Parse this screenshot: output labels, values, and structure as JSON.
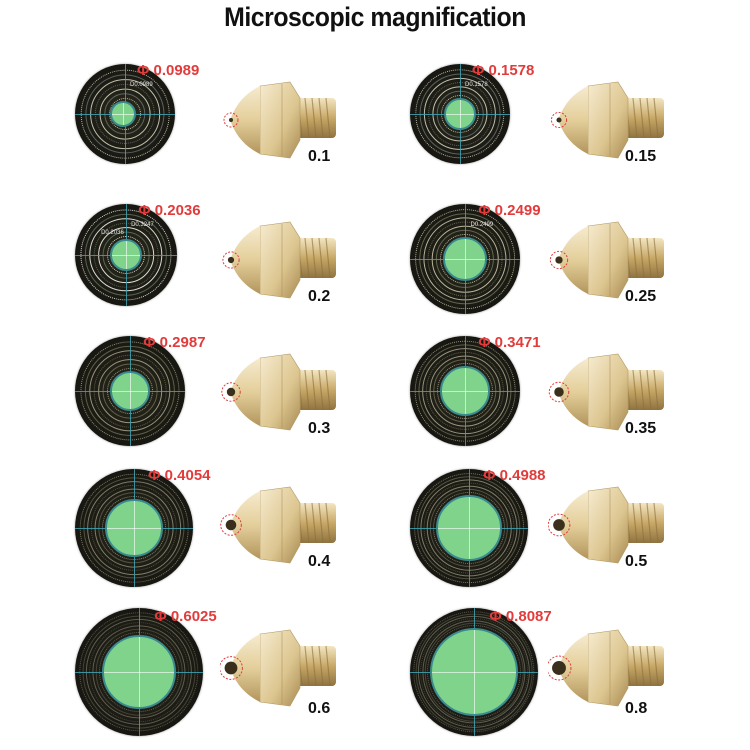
{
  "title": "Microscopic magnification",
  "nozzles": [
    {
      "size": "0.1",
      "diameter": "Φ 0.0989",
      "measures": [
        "D0.0989"
      ]
    },
    {
      "size": "0.15",
      "diameter": "Φ 0.1578",
      "measures": [
        "D0.1578"
      ]
    },
    {
      "size": "0.2",
      "diameter": "Φ 0.2036",
      "measures": [
        "D0.3247",
        "D0.2036"
      ]
    },
    {
      "size": "0.25",
      "diameter": "Φ 0.2499",
      "measures": [
        "D0.2499"
      ]
    },
    {
      "size": "0.3",
      "diameter": "Φ 0.2987",
      "measures": []
    },
    {
      "size": "0.35",
      "diameter": "Φ 0.3471",
      "measures": []
    },
    {
      "size": "0.4",
      "diameter": "Φ 0.4054",
      "measures": []
    },
    {
      "size": "0.5",
      "diameter": "Φ 0.4988",
      "measures": []
    },
    {
      "size": "0.6",
      "diameter": "Φ 0.6025",
      "measures": []
    },
    {
      "size": "0.8",
      "diameter": "Φ 0.8087",
      "measures": []
    }
  ],
  "colors": {
    "diameter_text": "#e23b3b",
    "hole": "#7fd38a",
    "brass": "#d9c28f"
  },
  "icons": [
    "microscope-view-icon",
    "brass-nozzle-icon"
  ]
}
